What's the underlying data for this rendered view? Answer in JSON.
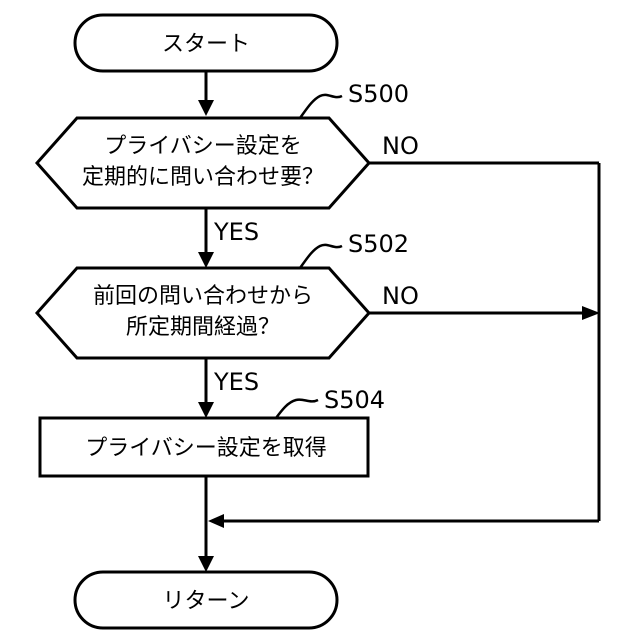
{
  "nodes": {
    "start": {
      "text": "スタート"
    },
    "s500": {
      "step": "S500",
      "lines": [
        "プライバシー設定を",
        "定期的に問い合わせ要？"
      ]
    },
    "s502": {
      "step": "S502",
      "lines": [
        "前回の問い合わせから",
        "所定期間経過？"
      ]
    },
    "s504": {
      "step": "S504",
      "text": "プライバシー設定を取得"
    },
    "end": {
      "text": "リターン"
    }
  },
  "branches": {
    "s500_yes": "YES",
    "s500_no": "NO",
    "s502_yes": "YES",
    "s502_no": "NO"
  }
}
